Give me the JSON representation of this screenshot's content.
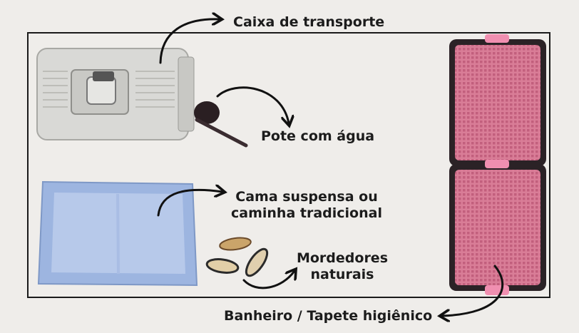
{
  "labels": {
    "carrier": "Caixa de transporte",
    "water_bowl": "Pote com água",
    "bed_line1": "Cama suspensa ou",
    "bed_line2": "caminha tradicional",
    "chews_line1": "Mordedores",
    "chews_line2": "naturais",
    "bathroom": "Banheiro / Tapete higiênico"
  },
  "colors": {
    "background": "#efedea",
    "frame": "#1a1a1a",
    "text": "#1c1c1c",
    "carrier": "#d9d9d6",
    "bed": "#9db5e0",
    "bathroom_grid": "#d97d97",
    "bathroom_tray": "#2b2226",
    "chew": "#caa46a"
  },
  "icons": [
    "carrier-icon",
    "water-bowl-icon",
    "bed-icon",
    "chew-icon",
    "bathroom-pad-icon",
    "arrow-icon"
  ]
}
